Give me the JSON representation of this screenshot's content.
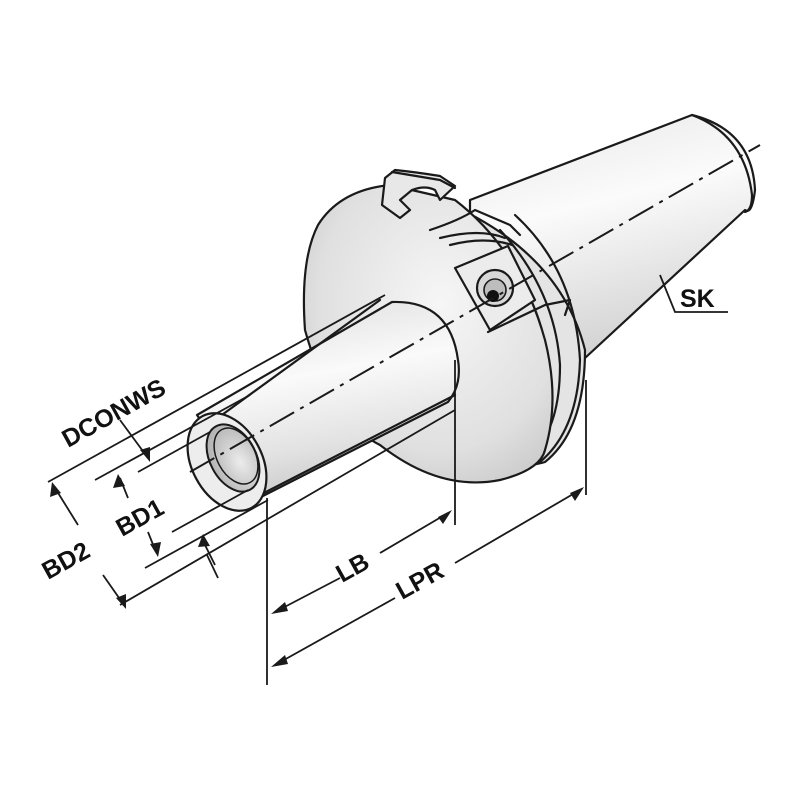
{
  "diagram": {
    "subject": "Tool holder with steep taper shank (side view, isometric)",
    "labels": {
      "dconws": "DCONWS",
      "bd1": "BD1",
      "bd2": "BD2",
      "lb": "LB",
      "lpr": "LPR",
      "sk": "SK"
    },
    "colors": {
      "line": "#1a1a1a",
      "body_light": "#f4f4f4",
      "body_mid": "#d9d9d9",
      "body_dark": "#b8b8b8",
      "background": "#ffffff"
    }
  }
}
